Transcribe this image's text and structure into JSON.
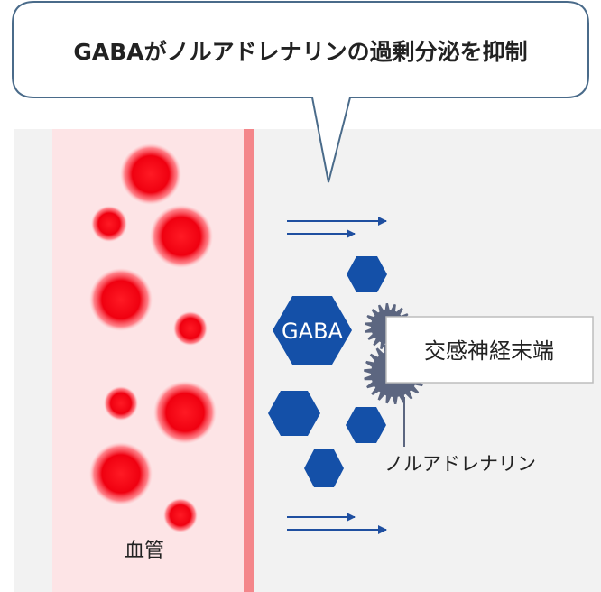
{
  "callout": {
    "title": "GABAがノルアドレナリンの過剰分泌を抑制"
  },
  "labels": {
    "gaba": "GABA",
    "nerve_ending": "交感神経末端",
    "noradrenaline": "ノルアドレナリン",
    "blood_vessel": "血管"
  },
  "colors": {
    "vessel_fill": "#fde4e6",
    "vessel_wall": "#f4868a",
    "blood_cell": "#e60012",
    "molecule": "#1450a8",
    "arrow": "#1f4fa0",
    "gear": "#5c6680",
    "background_panel": "#f2f2f2"
  }
}
